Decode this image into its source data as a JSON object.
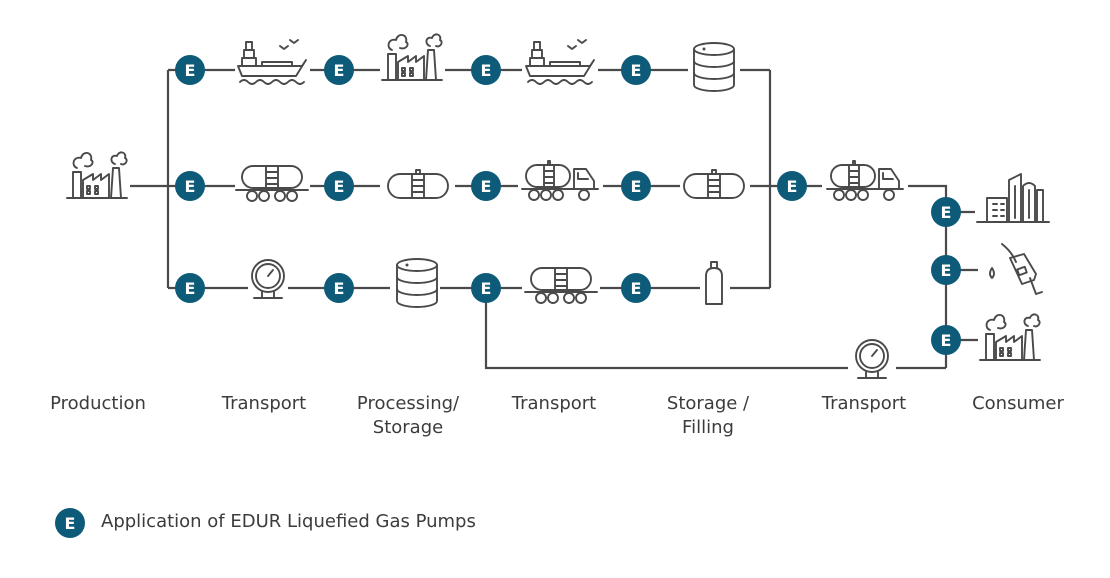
{
  "stages": [
    {
      "label": "Production"
    },
    {
      "label": "Transport"
    },
    {
      "label": "Processing/\nStorage"
    },
    {
      "label": "Transport"
    },
    {
      "label": "Storage /\nFilling"
    },
    {
      "label": "Transport"
    },
    {
      "label": "Consumer"
    }
  ],
  "marker": {
    "letter": "E",
    "color": "#0e5a79"
  },
  "legend": {
    "letter": "E",
    "text": "Application of EDUR Liquefied Gas Pumps"
  },
  "colors": {
    "line": "#4a4a4a",
    "marker": "#0e5a79",
    "text": "#3c3c3c"
  },
  "icons": [
    "factory-icon",
    "ship-icon",
    "factory-icon",
    "ship-icon",
    "storage-tank-icon",
    "rail-tank-car-icon",
    "horizontal-tank-icon",
    "tank-truck-icon",
    "horizontal-tank-icon",
    "pipeline-gauge-icon",
    "storage-tank-icon",
    "rail-tank-car-icon",
    "gas-cylinder-icon",
    "tank-truck-icon",
    "city-buildings-icon",
    "fuel-nozzle-icon",
    "factory-icon",
    "pipeline-gauge-icon"
  ]
}
